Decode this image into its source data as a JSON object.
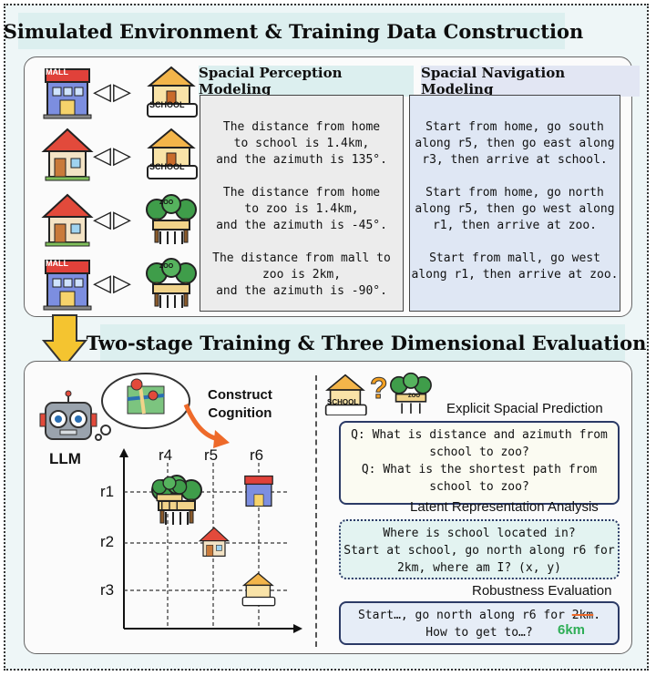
{
  "top": {
    "title": "Simulated Environment & Training Data Construction",
    "perception_header": "Spacial Perception Modeling",
    "navigation_header": "Spacial Navigation Modeling",
    "perception_lines": [
      [
        "The distance from home",
        "to school is 1.4km,",
        "and the azimuth is 135°."
      ],
      [
        "The distance from home",
        "to zoo is 1.4km,",
        "and the azimuth is -45°."
      ],
      [
        "The distance from mall to",
        "zoo is 2km,",
        "and the azimuth is -90°."
      ]
    ],
    "navigation_lines": [
      [
        "Start from home, go south",
        "along r5, then go east along",
        "r3, then arrive at school."
      ],
      [
        "Start from home, go north",
        "along r5, then go west along",
        "r1, then arrive at zoo."
      ],
      [
        "Start from mall, go west",
        "along r1, then arrive at zoo."
      ]
    ],
    "pair_arrows": "◁▷",
    "mall_sign": "MALL",
    "school_sign": "SCHOOL",
    "zoo_sign": "ZOO"
  },
  "bottom": {
    "title": "Two-stage Training & Three Dimensional Evaluation",
    "llm_label": "LLM",
    "construct_label": [
      "Construct",
      "Cognition"
    ],
    "question_mark": "?",
    "grid": {
      "cols": [
        "r4",
        "r5",
        "r6"
      ],
      "rows": [
        "r1",
        "r2",
        "r3"
      ]
    },
    "sections": {
      "explicit": "Explicit Spacial Prediction",
      "latent": "Latent Representation Analysis",
      "robust": "Robustness Evaluation"
    },
    "explicit_lines": [
      "Q: What is distance and azimuth from",
      "school to zoo?",
      "Q: What is the shortest path from",
      "school to zoo?"
    ],
    "latent_lines": [
      "Where is school located in?",
      "Start at school, go north along r6 for",
      "2km, where am I? (x, y)"
    ],
    "robust_line1_prefix": "Start…, go north along r6 for ",
    "robust_strike": "2km",
    "robust_line1_suffix": ".",
    "robust_line2": "How to get to…?",
    "robust_new": "6km"
  },
  "colors": {
    "perception_bg": "#ececec",
    "navigation_bg": "#dfe7f4",
    "explicit_border": "#2b3a66",
    "latent_bg": "#e3f3f1",
    "accent_green": "#2fae57",
    "accent_orange": "#ee6a2a",
    "arrow_yellow": "#f4c430"
  }
}
